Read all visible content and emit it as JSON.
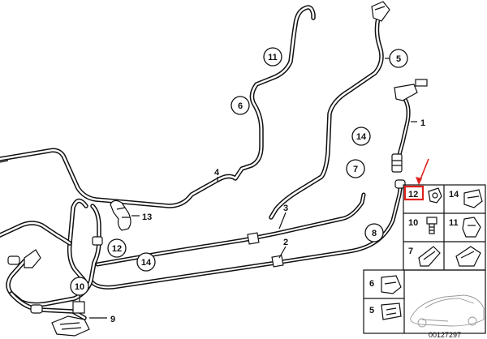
{
  "callouts": {
    "c1": "1",
    "c2": "2",
    "c3": "3",
    "c4": "4",
    "c5": "5",
    "c6": "6",
    "c7": "7",
    "c8": "8",
    "c9": "9",
    "c10": "10",
    "c11": "11",
    "c12a": "12",
    "c12b": "12",
    "c13": "13",
    "c14a": "14",
    "c14b": "14"
  },
  "legend": {
    "p12": "12",
    "p14": "14",
    "p10": "10",
    "p11": "11",
    "p7": "7",
    "p6": "6",
    "p5": "5"
  },
  "footer": {
    "diagram_number": "00127297"
  },
  "colors": {
    "line": "#111111",
    "highlight": "#e0201c",
    "background": "#ffffff"
  }
}
